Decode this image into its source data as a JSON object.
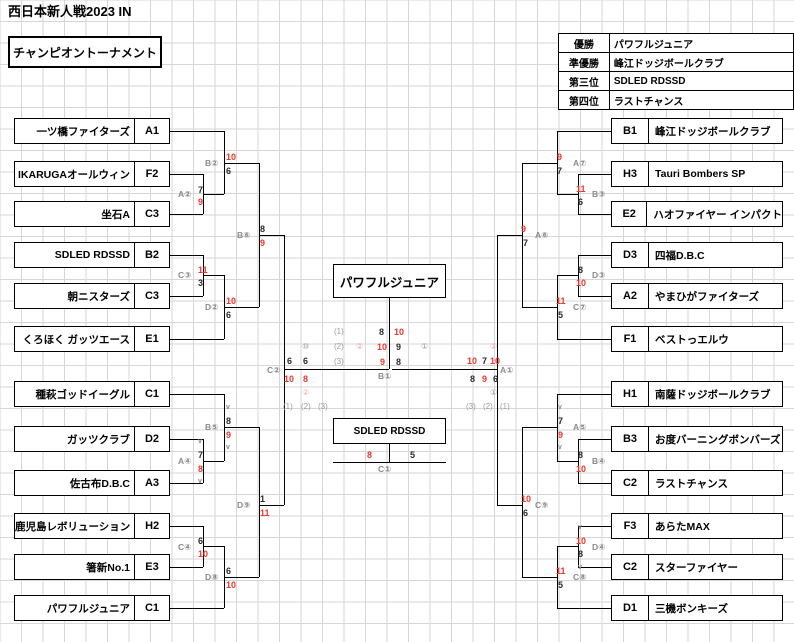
{
  "page": {
    "title": "西日本新人戦2023 IN",
    "subtitle": "チャンピオントーナメント"
  },
  "results": {
    "rows": [
      {
        "label": "優勝",
        "team": "パワフルジュニア"
      },
      {
        "label": "準優勝",
        "team": "峰江ドッジボールクラブ"
      },
      {
        "label": "第三位",
        "team": "SDLED RDSSD"
      },
      {
        "label": "第四位",
        "team": "ラストチャンス"
      }
    ]
  },
  "final": {
    "champion_box": "パワフルジュニア",
    "third_box": "SDLED RDSSD",
    "third_match_code": "C①",
    "third_score_left": "8",
    "third_score_right": "5"
  },
  "left_teams": [
    {
      "name": "一ツ橋ファイターズ",
      "code": "A1"
    },
    {
      "name": "IKARUGAオールウィン",
      "code": "F2"
    },
    {
      "name": "坐石A",
      "code": "C3"
    },
    {
      "name": "SDLED RDSSD",
      "code": "B2"
    },
    {
      "name": "朝ニスターズ",
      "code": "C3"
    },
    {
      "name": "くろほく ガッツエース",
      "code": "E1"
    },
    {
      "name": "種萩ゴッドイーグル",
      "code": "C1"
    },
    {
      "name": "ガッツクラブ",
      "code": "D2"
    },
    {
      "name": "佐古布D.B.C",
      "code": "A3"
    },
    {
      "name": "鹿児島レボリューション",
      "code": "H2"
    },
    {
      "name": "箸新No.1",
      "code": "E3"
    },
    {
      "name": "パワフルジュニア",
      "code": "C1"
    }
  ],
  "right_teams": [
    {
      "code": "B1",
      "name": "峰江ドッジボールクラブ"
    },
    {
      "code": "H3",
      "name": "Tauri Bombers SP"
    },
    {
      "code": "E2",
      "name": "ハオファイヤー インパクト"
    },
    {
      "code": "D3",
      "name": "四福D.B.C"
    },
    {
      "code": "A2",
      "name": "やまひがファイターズ"
    },
    {
      "code": "F1",
      "name": "ベストっエルウ"
    },
    {
      "code": "H1",
      "name": "南薩ドッジボールクラブ"
    },
    {
      "code": "B3",
      "name": "お度バーニングボンバーズ"
    },
    {
      "code": "C2",
      "name": "ラストチャンス"
    },
    {
      "code": "F3",
      "name": "あらたMAX"
    },
    {
      "code": "C2",
      "name": "スターファイヤー"
    },
    {
      "code": "D1",
      "name": "三機ボンキーズ"
    }
  ],
  "left_matches": [
    {
      "code": "A②",
      "win": "7",
      "lose": "9"
    },
    {
      "code": "B②",
      "win": "10",
      "lose": "6"
    },
    {
      "code": "C③",
      "win": "11",
      "lose": "3"
    },
    {
      "code": "D②",
      "win": "10",
      "lose": "6"
    },
    {
      "code": "B⑥",
      "win": "8",
      "lose": "9"
    },
    {
      "code": "A④",
      "win": "7",
      "lose": "8"
    },
    {
      "code": "B⑤",
      "win": "8",
      "lose": "9"
    },
    {
      "code": "C④",
      "win": "6",
      "lose": "10"
    },
    {
      "code": "D⑧",
      "win": "6",
      "lose": "10"
    },
    {
      "code": "D⑨",
      "win": "1",
      "lose": "11"
    }
  ],
  "right_matches": [
    {
      "code": "A⑦",
      "win": "9",
      "lose": "7"
    },
    {
      "code": "B③",
      "win": "11",
      "lose": "6"
    },
    {
      "code": "D③",
      "win": "8",
      "lose": "10"
    },
    {
      "code": "C⑦",
      "win": "11",
      "lose": "5"
    },
    {
      "code": "A⑥",
      "win": "9",
      "lose": "7"
    },
    {
      "code": "A⑤",
      "win": "7",
      "lose": "9"
    },
    {
      "code": "B④",
      "win": "8",
      "lose": "10"
    },
    {
      "code": "D④",
      "win": "10",
      "lose": "8"
    },
    {
      "code": "C⑧",
      "win": "11",
      "lose": "5"
    },
    {
      "code": "C⑨",
      "win": "10",
      "lose": "6"
    }
  ],
  "semifinal_left": {
    "code": "C②",
    "set_marks_top": "⑩",
    "set_marks_bottom": "②",
    "row_win": [
      "6",
      "6"
    ],
    "row_lose": [
      "10",
      "8"
    ],
    "set_labels": [
      "(1)",
      "(2)",
      "(3)"
    ]
  },
  "semifinal_right": {
    "code": "A①",
    "set_marks_top": "②",
    "set_marks_bottom": "①",
    "row_win": [
      "10",
      "7",
      "10"
    ],
    "row_lose": [
      "8",
      "9",
      "6"
    ],
    "set_labels": [
      "(3)",
      "(2)",
      "(1)"
    ]
  },
  "final_match": {
    "code": "B①",
    "mark_left": "①",
    "mark_right_grey": "②",
    "mark_red": "②",
    "set_labels": [
      "(1)",
      "(2)",
      "(3)"
    ],
    "rows": [
      {
        "win": "8",
        "lose": "10"
      },
      {
        "win": "10",
        "lose": "9"
      },
      {
        "win": "9",
        "lose": "8"
      }
    ]
  },
  "colors": {
    "win": "#e8392e",
    "lose": "#2b2b2b",
    "line": "#000000",
    "grid": "#d6d6d6",
    "match_code": "#8a8a8a"
  }
}
